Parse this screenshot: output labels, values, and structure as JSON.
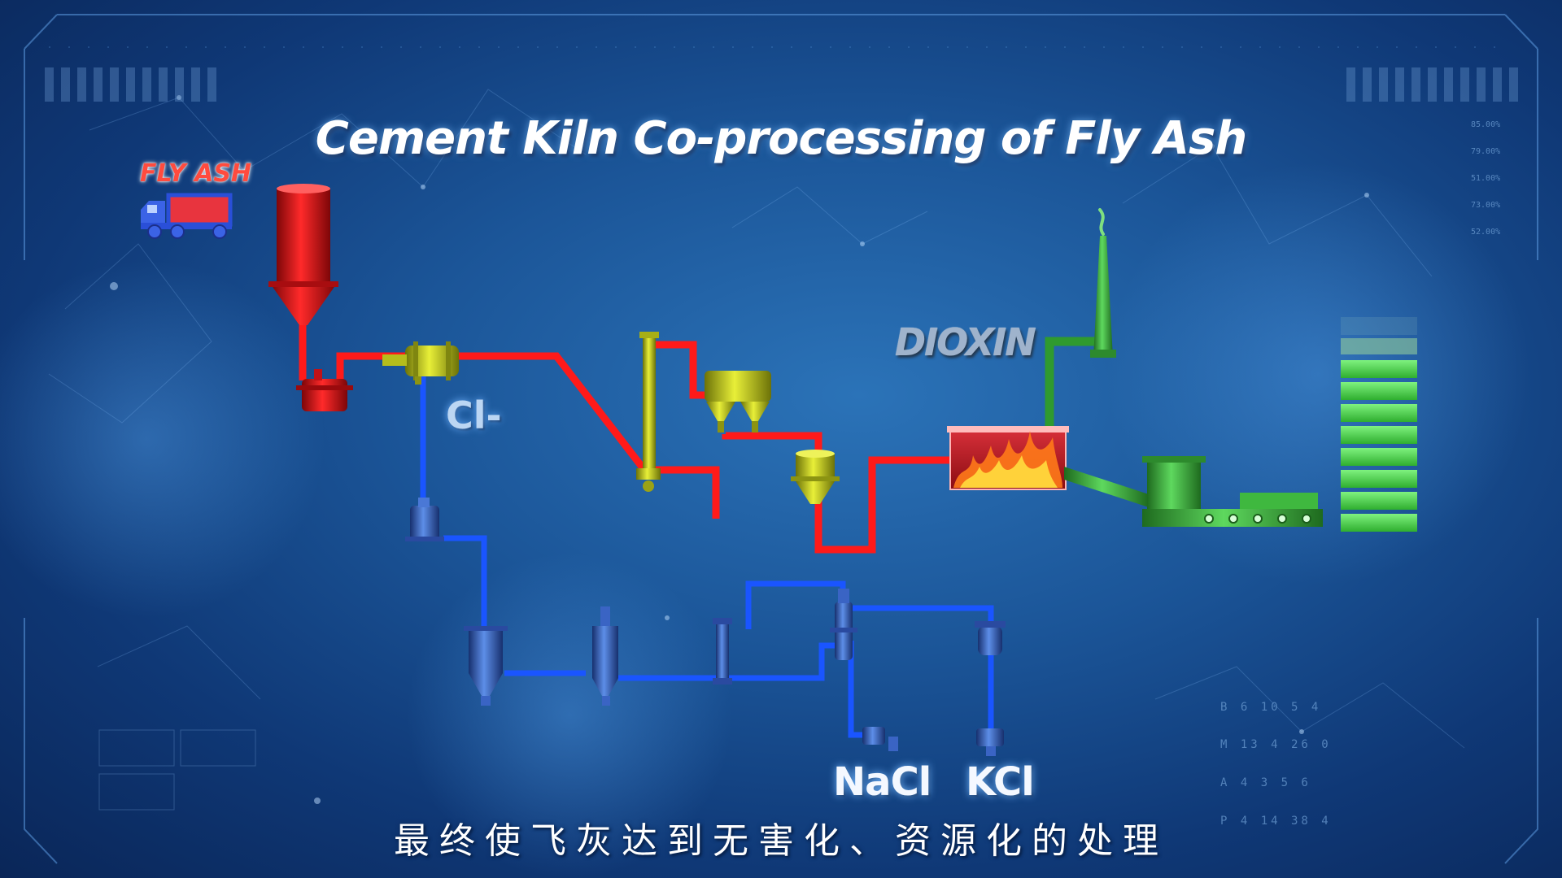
{
  "title": "Cement Kiln Co-processing of Fly Ash",
  "labels": {
    "fly_ash": "FLY ASH",
    "chloride": "Cl-",
    "dioxin": "DIOXIN",
    "nacl": "NaCl",
    "kcl": "KCl"
  },
  "caption": "最终使飞灰达到无害化、资源化的处理",
  "hud": {
    "percentages": [
      "85.00%",
      "79.00%",
      "51.00%",
      "73.00%",
      "52.00%"
    ],
    "grid_rows": [
      "B  6  10  5  4",
      "M  13  4  26  0",
      "A  4  3  5  6",
      "P  4  14  38  4"
    ]
  },
  "colors": {
    "raw_line": "#ff1a1a",
    "water_line": "#1a55ff",
    "equipment_yellow": "#c8d21e",
    "output_green": "#3aa63a",
    "silo_red": "#d8141c"
  },
  "icons": [
    "truck-icon",
    "flame-icon",
    "chimney-icon"
  ]
}
